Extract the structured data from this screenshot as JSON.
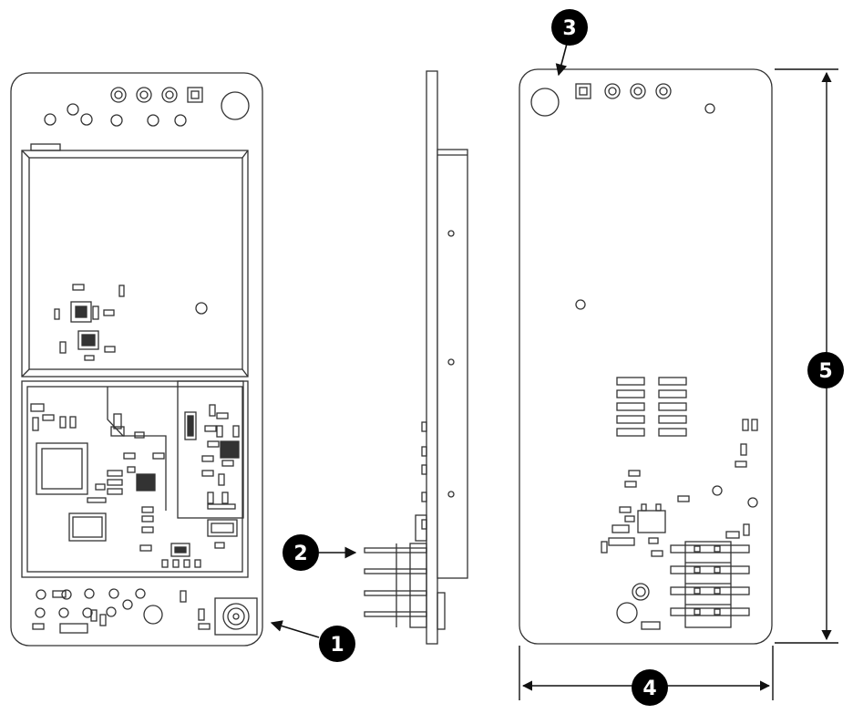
{
  "callouts": [
    {
      "id": "callout-1",
      "label": "1"
    },
    {
      "id": "callout-2",
      "label": "2"
    },
    {
      "id": "callout-3",
      "label": "3"
    },
    {
      "id": "callout-4",
      "label": "4"
    },
    {
      "id": "callout-5",
      "label": "5"
    }
  ],
  "colors": {
    "line": "#333333",
    "fill": "#ffffff",
    "dark": "#000000"
  },
  "views": {
    "front_label": "",
    "side_label": "",
    "back_label": ""
  }
}
